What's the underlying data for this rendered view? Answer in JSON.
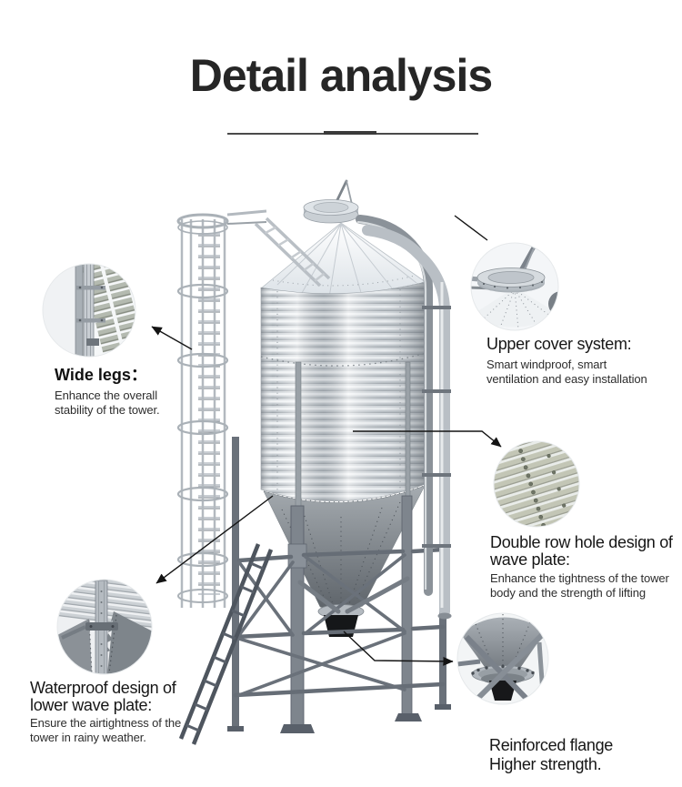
{
  "header": {
    "title": "Detail analysis"
  },
  "callouts": [
    {
      "id": "wide-legs",
      "heading": "Wide legs：",
      "body": "Enhance the overall\nstability of the tower."
    },
    {
      "id": "upper-cover",
      "heading": "Upper cover system:",
      "body": "Smart windproof, smart\nventilation and easy installation"
    },
    {
      "id": "double-row-hole",
      "heading": "Double row hole design of\nwave plate:",
      "body": "Enhance the tightness of the tower\nbody and the strength of lifting"
    },
    {
      "id": "waterproof",
      "heading": "Waterproof design of\nlower wave plate:",
      "body": "Ensure the airtightness of the\ntower in rainy weather."
    },
    {
      "id": "reinforced-flange",
      "heading": "Reinforced flange\nHigher strength.",
      "body": ""
    }
  ],
  "illustration": {
    "subject": "galvanized steel feed silo with ladder cage, support legs, fill pipes and hopper",
    "callout_photos": [
      "wide-legs-photo",
      "upper-cover-photo",
      "wave-plate-photo",
      "lower-wave-plate-photo",
      "reinforced-flange-photo"
    ]
  },
  "colors": {
    "background": "#ffffff",
    "title_text": "#262626",
    "heading_text": "#161616",
    "body_text": "#2d2d2d",
    "leader_line": "#141414",
    "silo_metal_light": "#eef1f3",
    "silo_metal_mid": "#c3c9ce",
    "hopper_dark": "#5d6369",
    "wave_plate_olive": "#c3c6b6"
  }
}
